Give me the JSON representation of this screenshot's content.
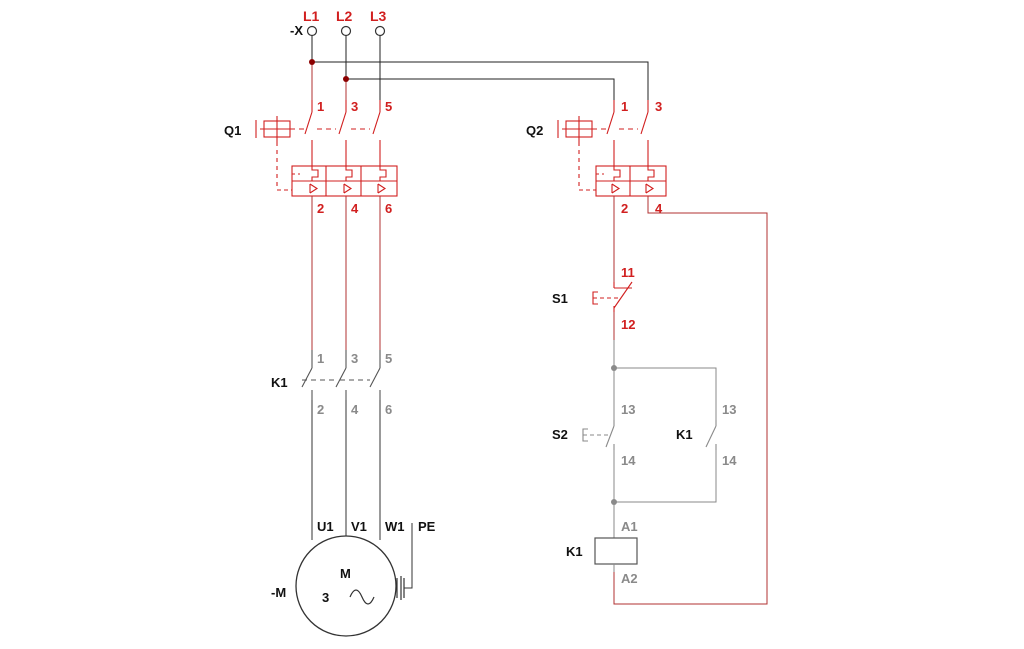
{
  "terminals": {
    "strip_label": "-X",
    "L1": "L1",
    "L2": "L2",
    "L3": "L3"
  },
  "q1": {
    "label": "Q1",
    "pins_top": [
      "1",
      "3",
      "5"
    ],
    "pins_bottom": [
      "2",
      "4",
      "6"
    ]
  },
  "q2": {
    "label": "Q2",
    "pins_top": [
      "1",
      "3"
    ],
    "pins_bottom": [
      "2",
      "4"
    ]
  },
  "s1": {
    "label": "S1",
    "pin_top": "11",
    "pin_bottom": "12"
  },
  "s2": {
    "label": "S2",
    "pin_top": "13",
    "pin_bottom": "14"
  },
  "k1_main": {
    "label": "K1",
    "pins_top": [
      "1",
      "3",
      "5"
    ],
    "pins_bottom": [
      "2",
      "4",
      "6"
    ]
  },
  "k1_aux": {
    "label": "K1",
    "pin_top": "13",
    "pin_bottom": "14"
  },
  "k1_coil": {
    "label": "K1",
    "pin_top": "A1",
    "pin_bottom": "A2"
  },
  "motor": {
    "label": "-M",
    "letter": "M",
    "phases": "3",
    "terminals": [
      "U1",
      "V1",
      "W1"
    ],
    "pe": "PE"
  },
  "colors": {
    "power": "#d11f1f",
    "control": "#8a8a8a",
    "wire_dark": "#222222",
    "junction": "#8b0000"
  }
}
